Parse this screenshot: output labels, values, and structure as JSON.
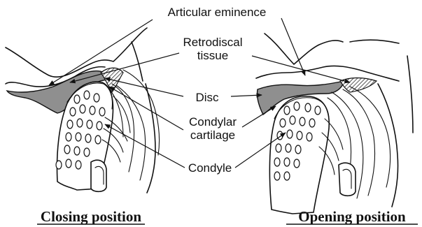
{
  "labels": {
    "articular_eminence": "Articular eminence",
    "retrodiscal_line1": "Retrodiscal",
    "retrodiscal_line2": "tissue",
    "disc": "Disc",
    "condylar_line1": "Condylar",
    "condylar_line2": "cartilage",
    "condyle": "Condyle"
  },
  "captions": {
    "closing": "Closing position",
    "opening": "Opening position"
  },
  "colors": {
    "disc_fill": "#8f8f8f",
    "ink": "#111111"
  }
}
